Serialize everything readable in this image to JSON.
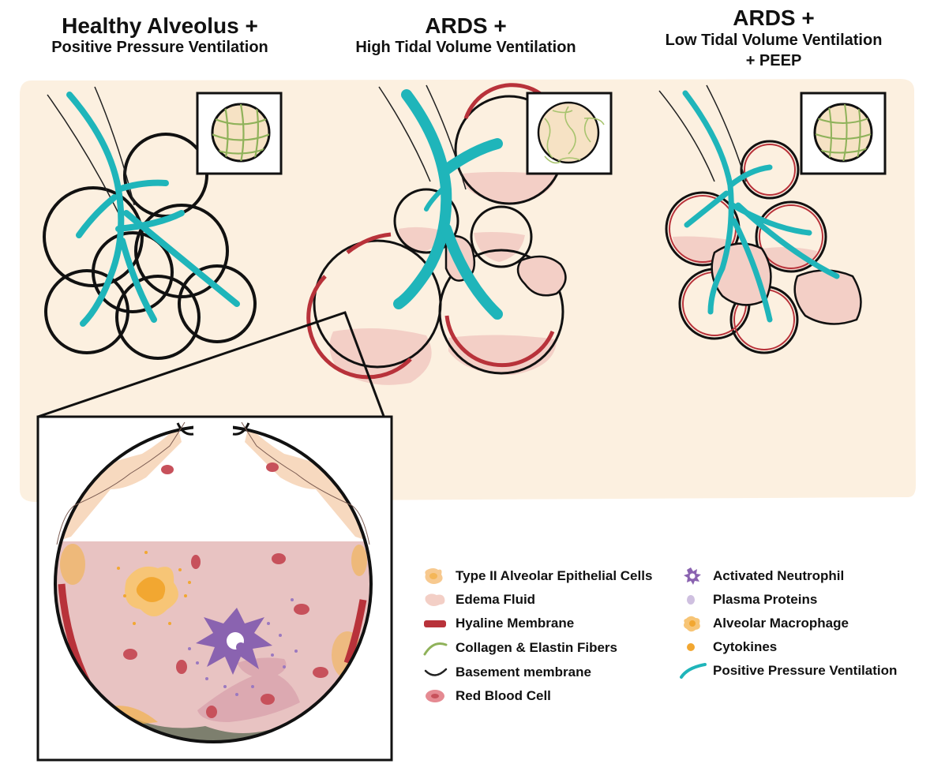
{
  "panels": [
    {
      "title": "Healthy Alveolus +",
      "subtitle": "Positive Pressure Ventilation"
    },
    {
      "title": "ARDS +",
      "subtitle": "High Tidal Volume Ventilation"
    },
    {
      "title": "ARDS +",
      "subtitle": "Low Tidal Volume Ventilation",
      "subtitle2": "+ PEEP"
    }
  ],
  "legend": {
    "left": [
      {
        "label": "Type II Alveolar Epithelial Cells",
        "icon": "type2-cell-icon"
      },
      {
        "label": "Edema Fluid",
        "icon": "edema-fluid-icon"
      },
      {
        "label": "Hyaline Membrane",
        "icon": "hyaline-membrane-icon"
      },
      {
        "label": "Collagen & Elastin Fibers",
        "icon": "fibers-icon"
      },
      {
        "label": "Basement membrane",
        "icon": "basement-membrane-icon"
      },
      {
        "label": "Red Blood Cell",
        "icon": "rbc-icon"
      }
    ],
    "right": [
      {
        "label": "Activated Neutrophil",
        "icon": "neutrophil-icon"
      },
      {
        "label": "Plasma Proteins",
        "icon": "plasma-protein-icon"
      },
      {
        "label": "Alveolar Macrophage",
        "icon": "macrophage-icon"
      },
      {
        "label": "Cytokines",
        "icon": "cytokine-icon"
      },
      {
        "label": "Positive Pressure Ventilation",
        "icon": "ventilation-icon"
      }
    ]
  },
  "colors": {
    "background": "#fcf0e0",
    "airway": "#1fb5ba",
    "hyaline": "#b8323a",
    "edema": "#f3cfc6",
    "fibers": "#8fb25a",
    "neutrophil": "#8a63b0",
    "macrophage": "#f2b24a",
    "rbc": "#c7515b"
  }
}
